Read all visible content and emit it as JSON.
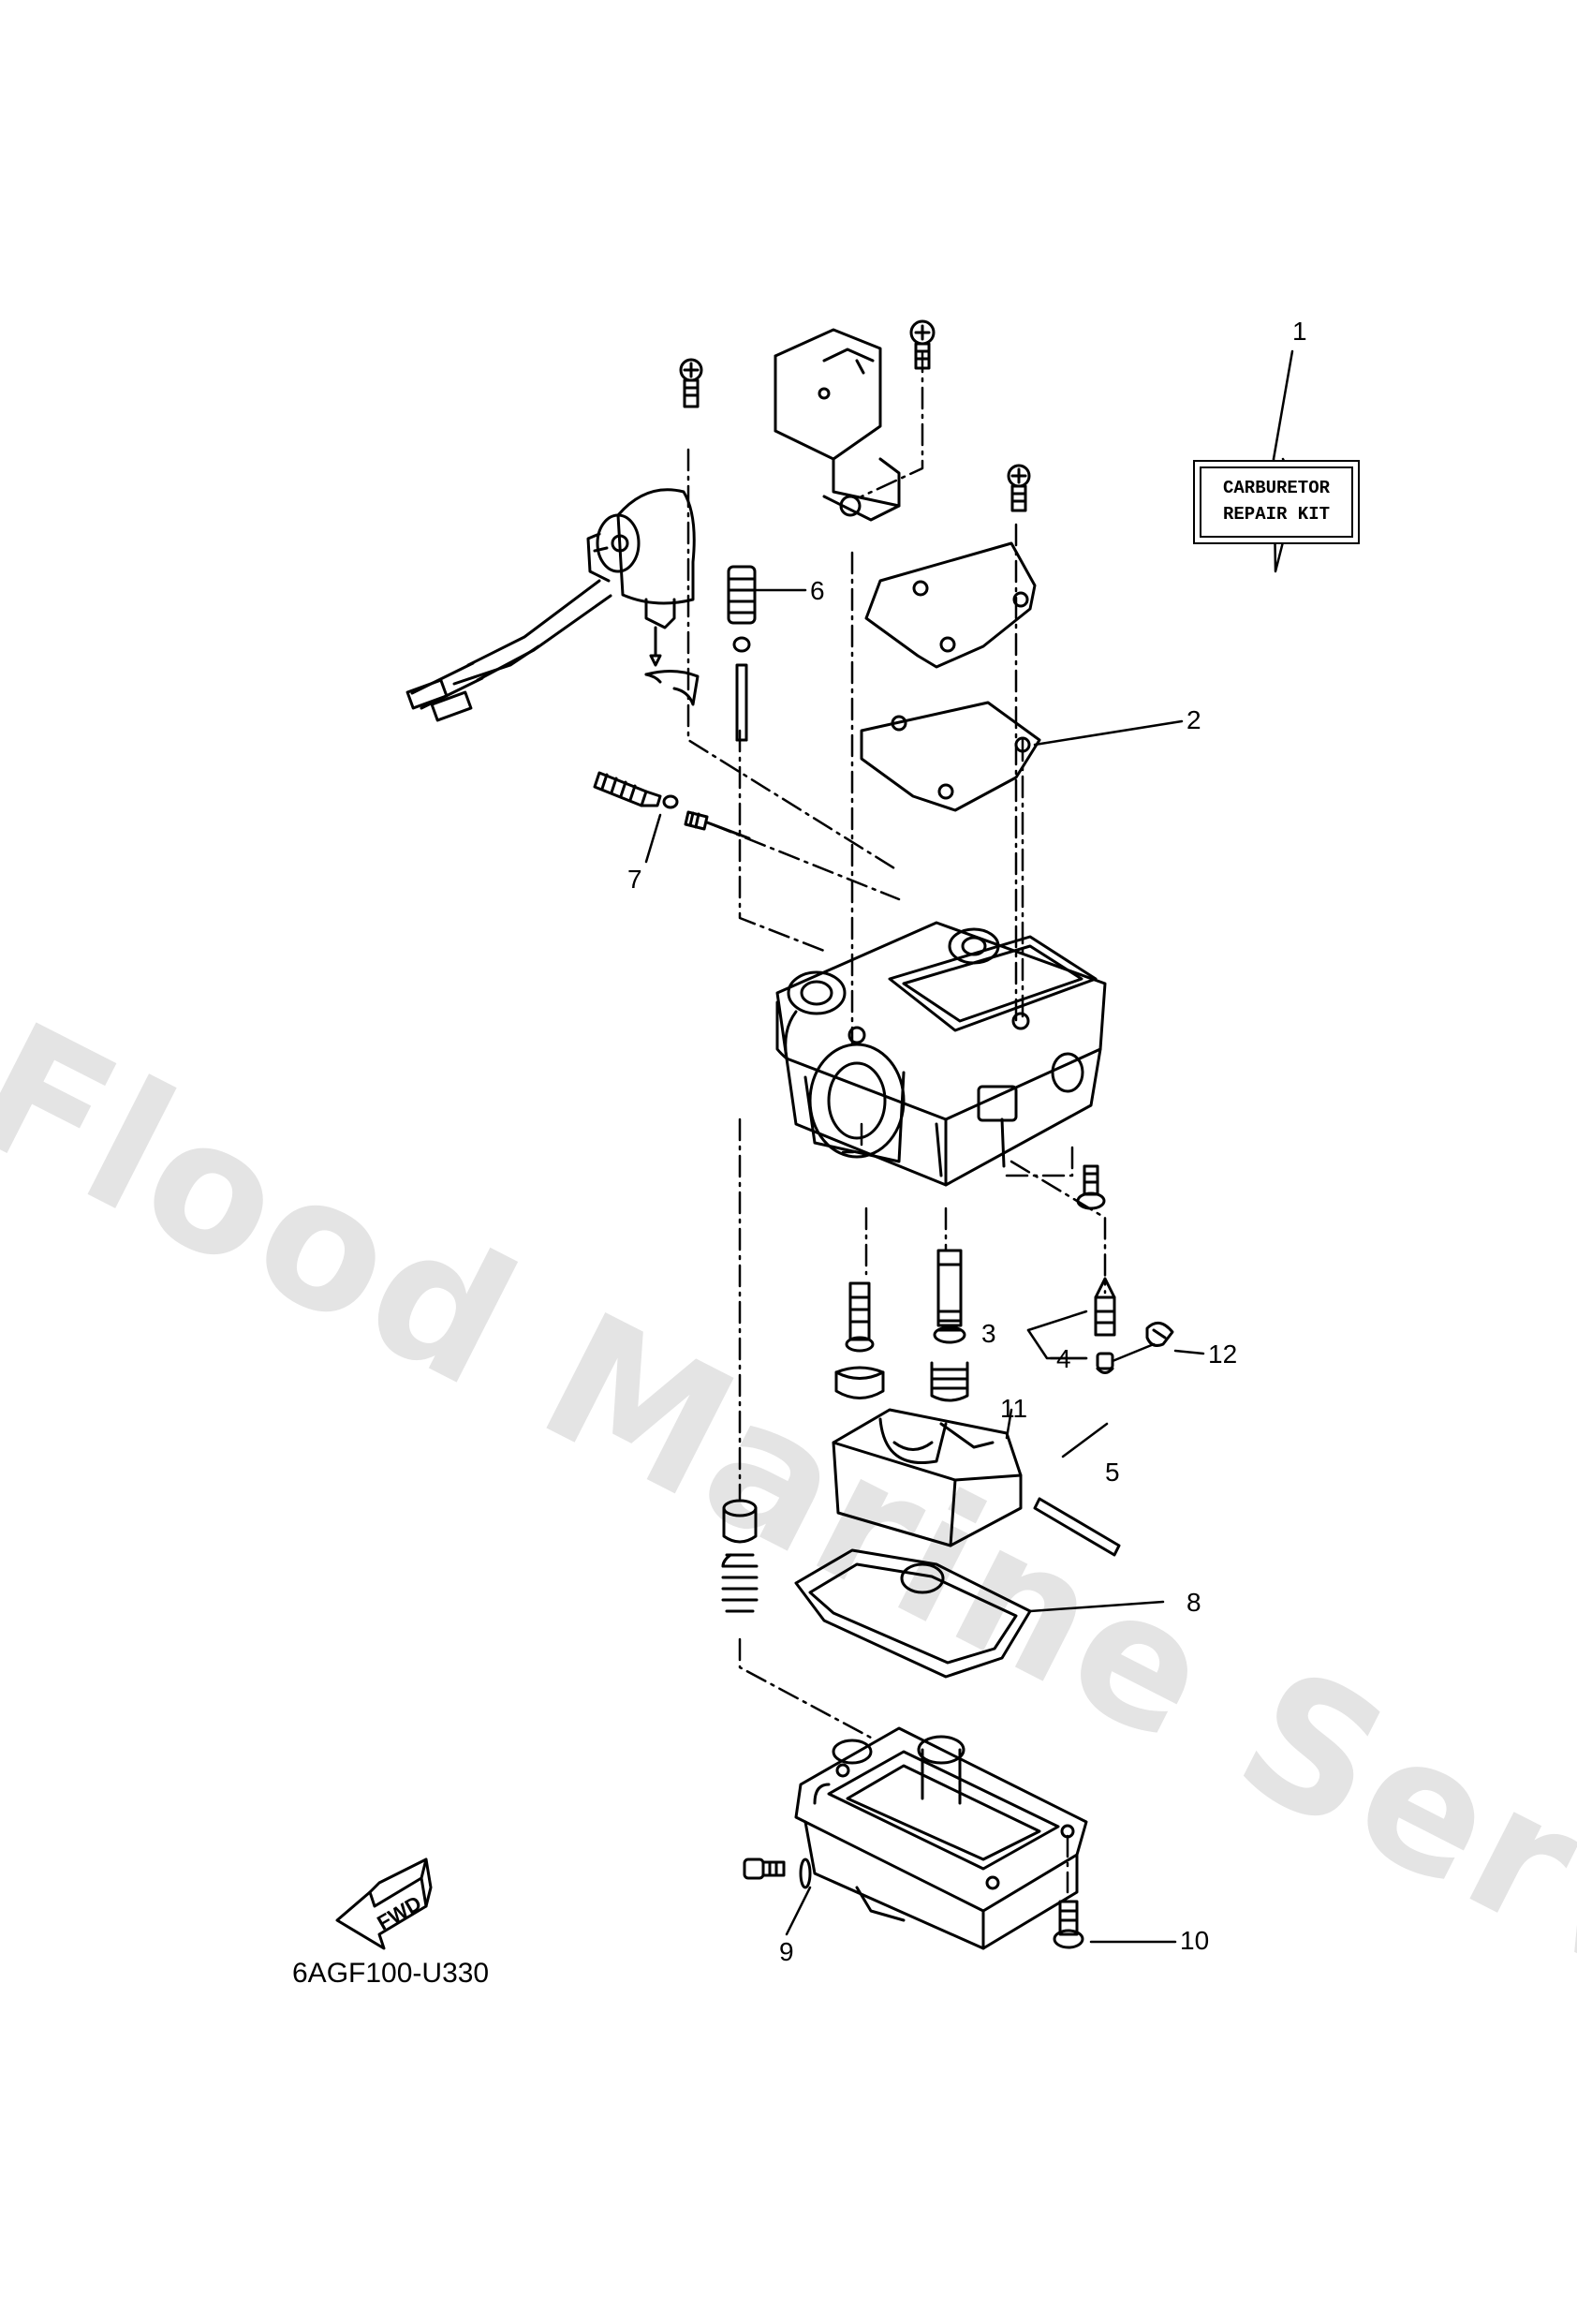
{
  "watermark": "Flood Marine Services",
  "diagram_code": "6AGF100-U330",
  "fwd_label": "FWD",
  "kit_label": {
    "line1": "CARBURETOR",
    "line2": "REPAIR KIT"
  },
  "callouts": {
    "c1": "1",
    "c2": "2",
    "c3": "3",
    "c4": "4",
    "c5": "5",
    "c6": "6",
    "c7": "7",
    "c8": "8",
    "c9": "9",
    "c10": "10",
    "c11": "11",
    "c12": "12"
  }
}
